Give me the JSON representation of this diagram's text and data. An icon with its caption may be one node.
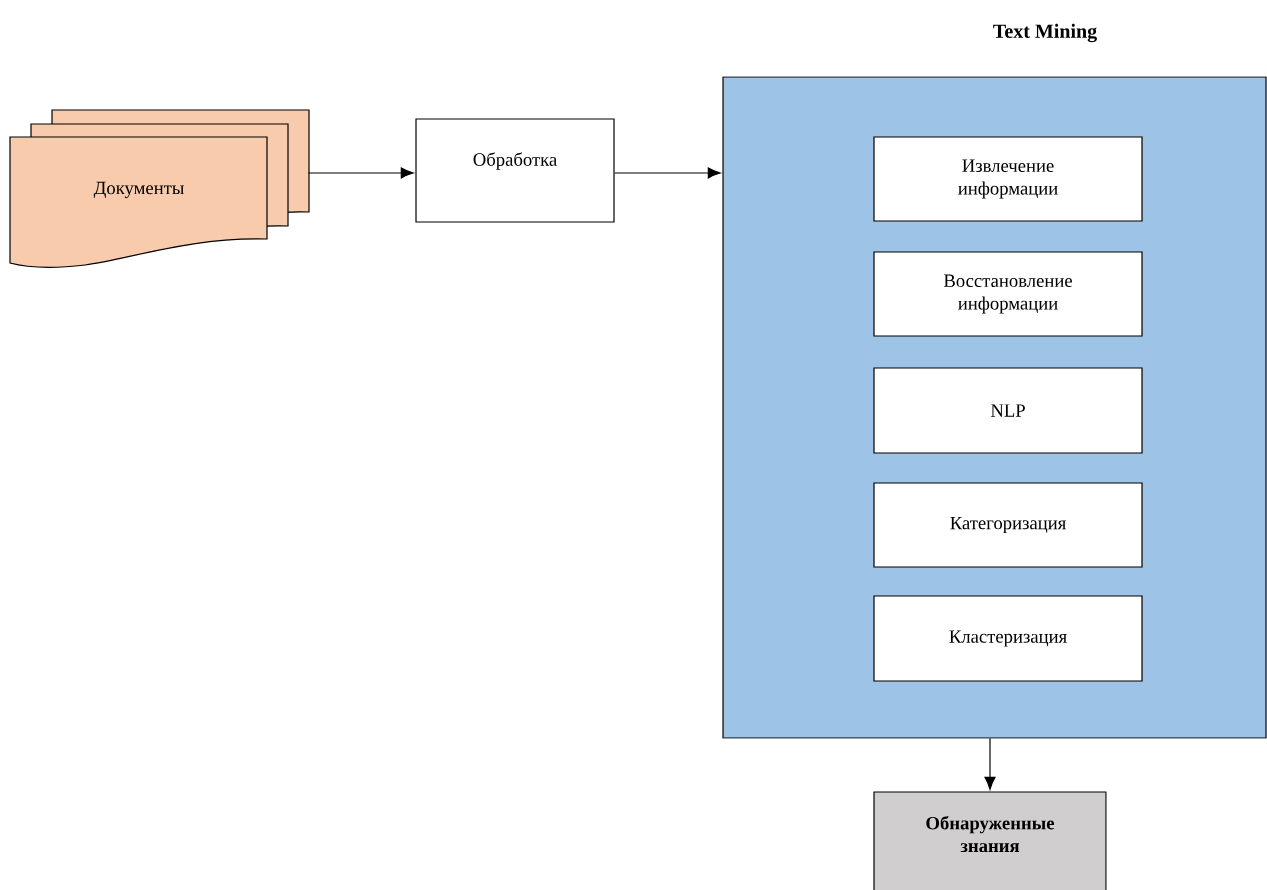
{
  "diagram": {
    "nodes": [
      {
        "text": [
          "Документы"
        ]
      },
      {
        "text": [
          "Обработка"
        ]
      },
      {
        "text": [
          "Text Mining"
        ]
      },
      {
        "text": [
          "Извлечение информации"
        ],
        "in": 2
      },
      {
        "text": [
          "Восстановление информации"
        ],
        "in": 2
      },
      {
        "text": [
          "NLP"
        ],
        "in": 2
      },
      {
        "text": [
          "Категоризация"
        ],
        "in": 2
      },
      {
        "text": [
          "Кластеризация"
        ],
        "in": 2
      },
      {
        "text": [
          "Обнаруженные знания"
        ]
      }
    ],
    "edges": [
      {
        "from": 0,
        "to": 1,
        "arrow": "to"
      },
      {
        "from": 1,
        "to": 2,
        "arrow": "to"
      },
      {
        "from": 2,
        "to": 8,
        "arrow": "to"
      }
    ]
  }
}
